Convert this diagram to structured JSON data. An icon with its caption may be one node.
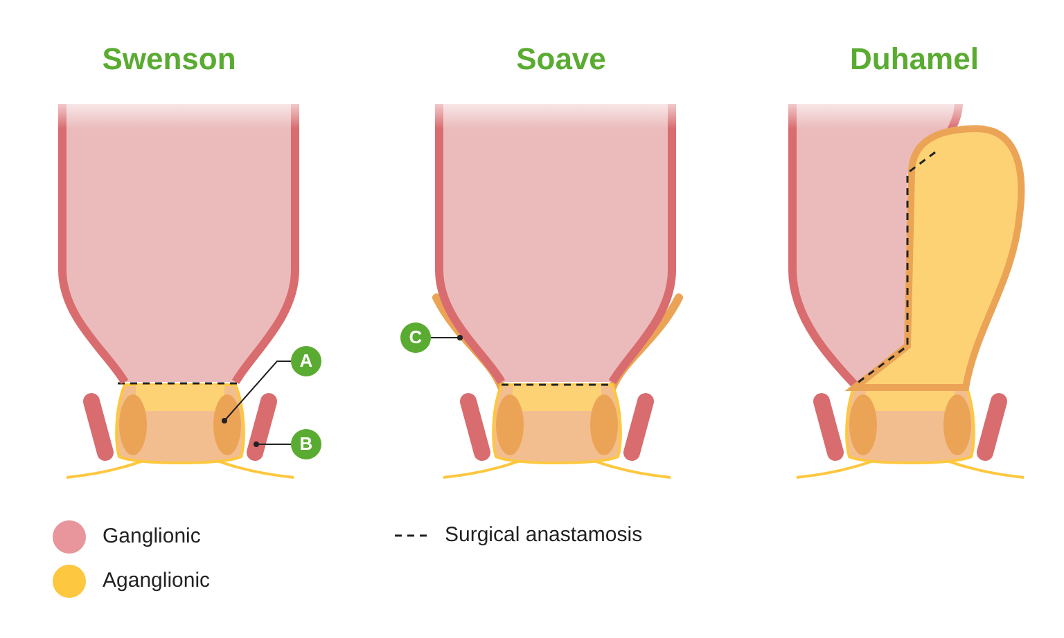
{
  "diagram": {
    "nodes": [
      {
        "text": [
          "A"
        ]
      },
      {
        "text": [
          "B"
        ]
      },
      {
        "text": [
          "C"
        ]
      }
    ],
    "edges": [
      {
        "from": 0,
        "to": null,
        "arrow": "other"
      },
      {
        "from": 1,
        "to": null,
        "arrow": "other"
      },
      {
        "from": 2,
        "to": null,
        "arrow": "other"
      }
    ],
    "labels": [
      "Swenson",
      "Soave",
      "Duhamel"
    ],
    "legend": [
      {
        "text": "Ganglionic",
        "color": "#e8959b"
      },
      {
        "text": "Aganglionic",
        "color": "#fdc73f"
      },
      {
        "text": "Surgical anastamosis"
      }
    ]
  }
}
